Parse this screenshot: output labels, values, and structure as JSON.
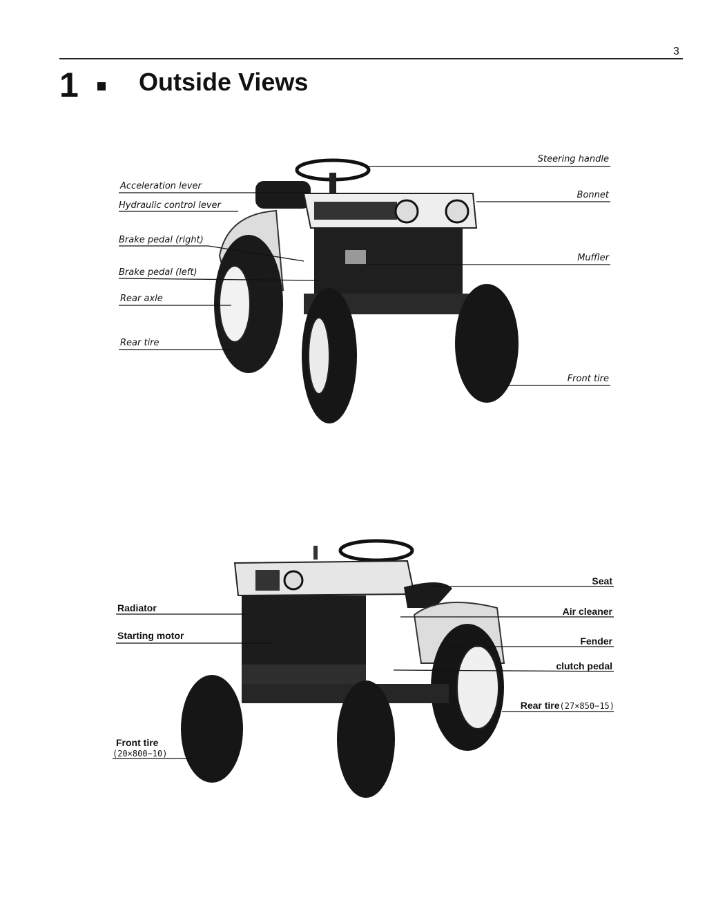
{
  "header": {
    "page_number": "3",
    "section_number": "1",
    "section_title": "Outside Views"
  },
  "figure1": {
    "labels": {
      "steering_handle": "Steering handle",
      "acceleration_lever": "Acceleration lever",
      "bonnet": "Bonnet",
      "hydraulic_control_lever": "Hydraulic control lever",
      "brake_pedal_right": "Brake pedal (right)",
      "muffler": "Muffler",
      "brake_pedal_left": "Brake pedal (left)",
      "rear_axle": "Rear axle",
      "rear_tire": "Rear tire",
      "front_tire": "Front tire"
    }
  },
  "figure2": {
    "labels": {
      "seat": "Seat",
      "radiator": "Radiator",
      "air_cleaner": "Air cleaner",
      "starting_motor": "Starting motor",
      "fender": "Fender",
      "clutch_pedal": "clutch pedal",
      "rear_tire": "Rear tire",
      "rear_tire_spec": "(27×850−15)",
      "front_tire": "Front tire",
      "front_tire_spec": "(20×800−10)"
    }
  }
}
